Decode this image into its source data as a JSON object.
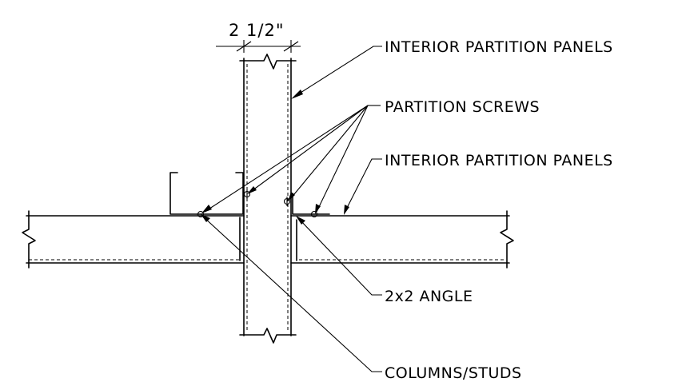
{
  "dimension": {
    "text": "2 1/2\""
  },
  "labels": {
    "interior_panels_top": "INTERIOR PARTITION PANELS",
    "partition_screws": "PARTITION SCREWS",
    "interior_panels_mid": "INTERIOR PARTITION PANELS",
    "angle": "2x2 ANGLE",
    "columns": "COLUMNS/STUDS"
  }
}
